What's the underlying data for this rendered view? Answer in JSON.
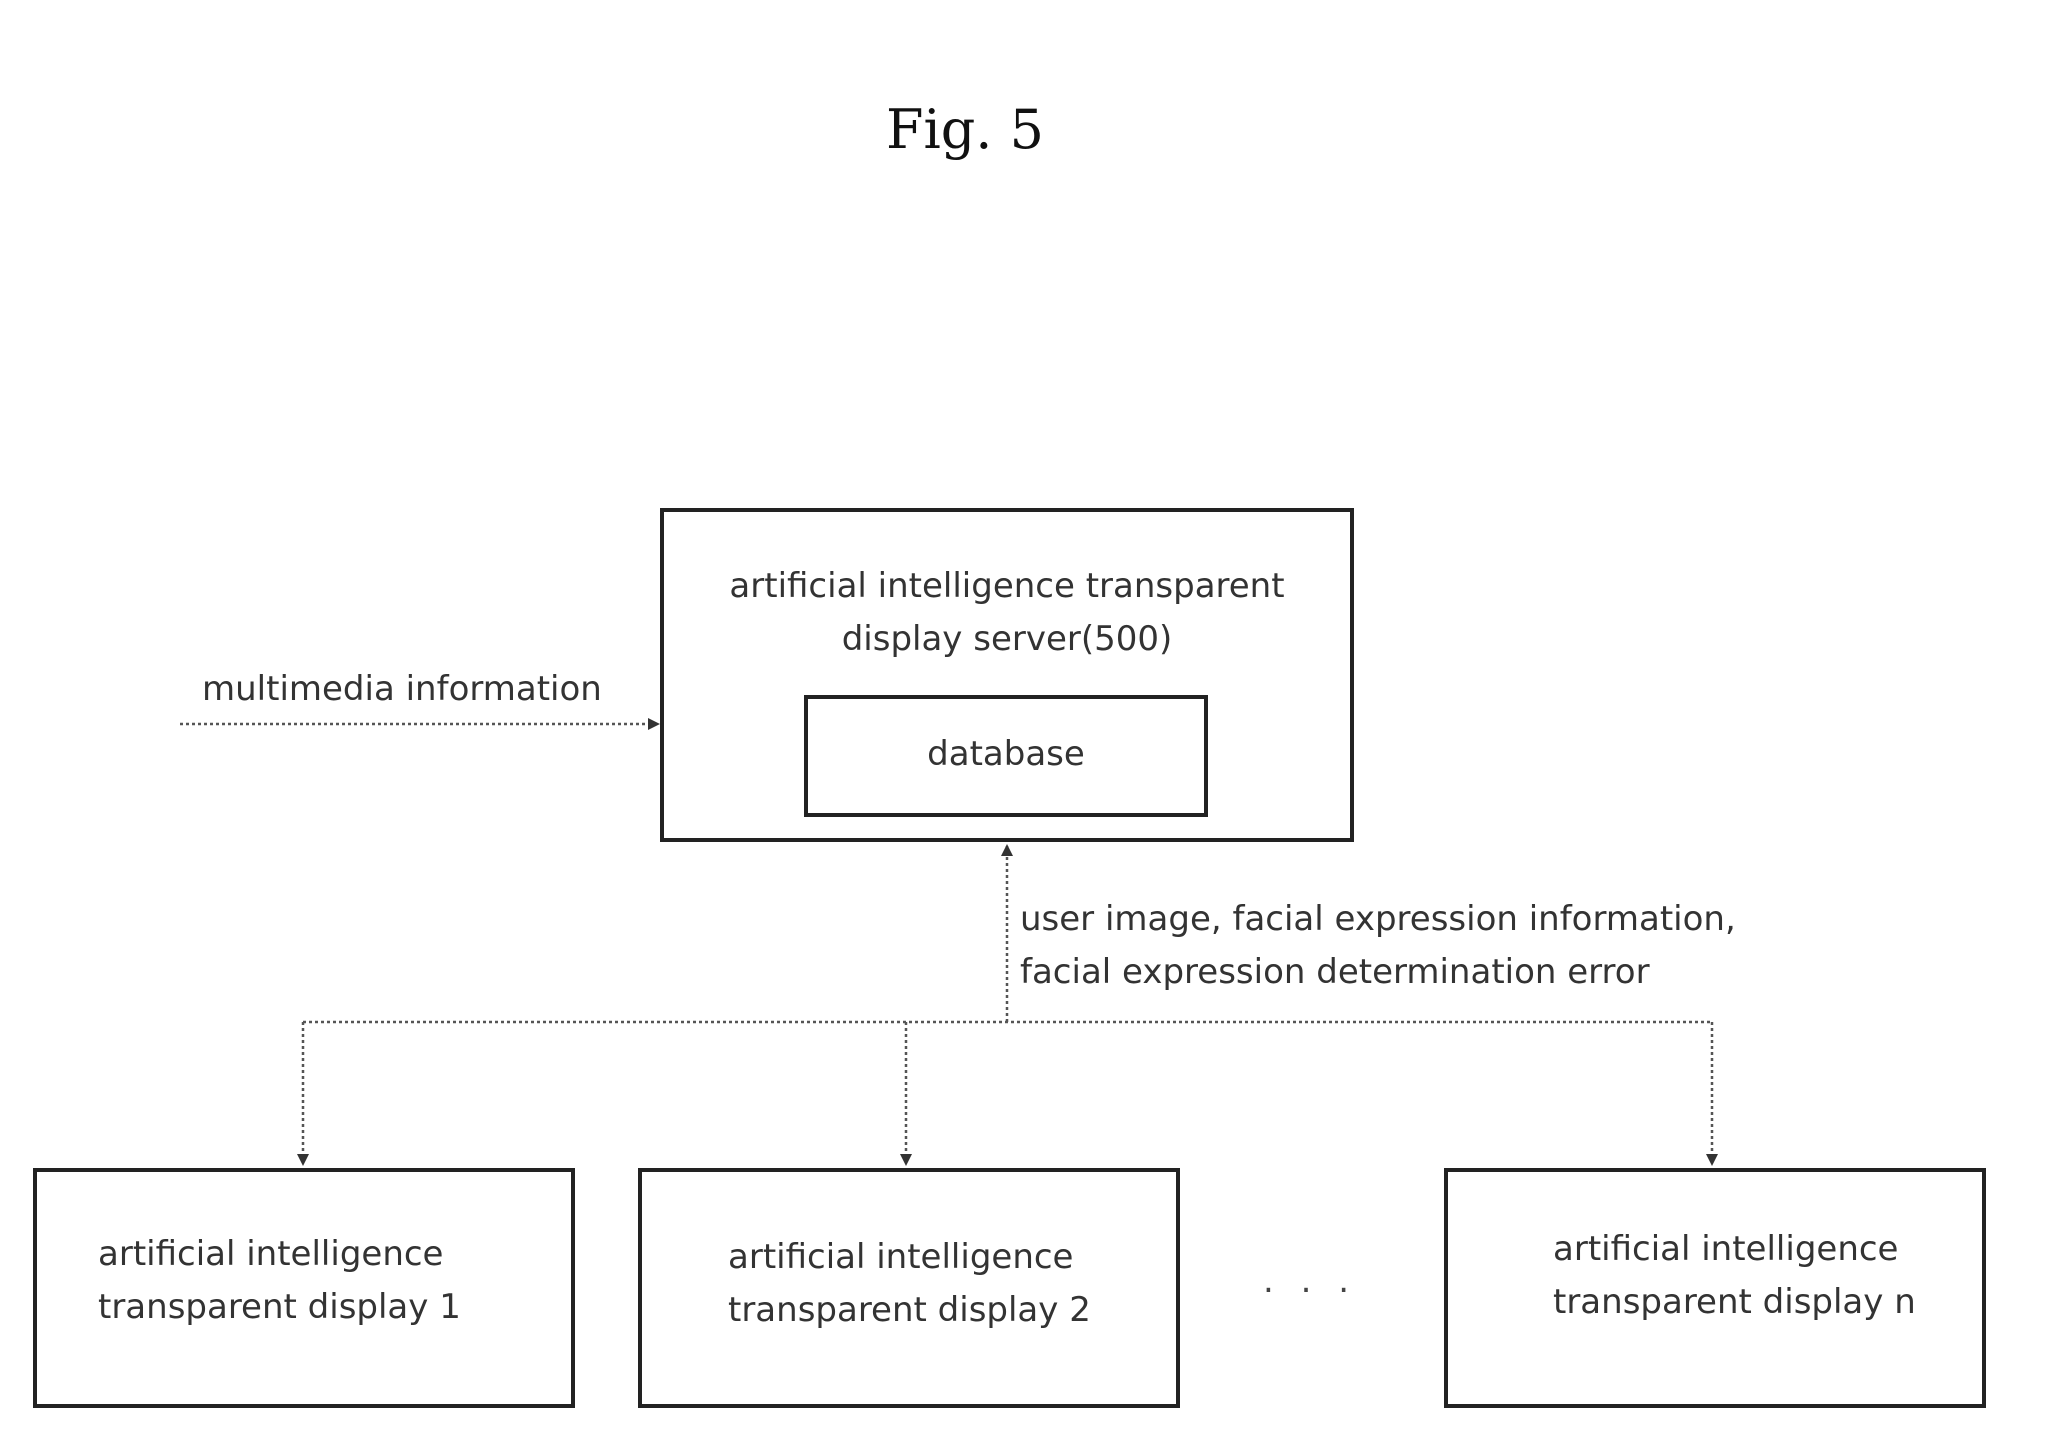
{
  "figure": {
    "title": "Fig. 5"
  },
  "server": {
    "line1": "artificial intelligence transparent",
    "line2": "display server(500)",
    "database_label": "database"
  },
  "input": {
    "label": "multimedia information"
  },
  "uplink": {
    "line1": "user image, facial expression information,",
    "line2": "facial expression determination error"
  },
  "displays": [
    {
      "line1": "artificial intelligence",
      "line2": "transparent display 1"
    },
    {
      "line1": "artificial intelligence",
      "line2": "transparent display 2"
    },
    {
      "line1": "artificial intelligence",
      "line2": "transparent display n"
    }
  ],
  "ellipsis": ". . ."
}
